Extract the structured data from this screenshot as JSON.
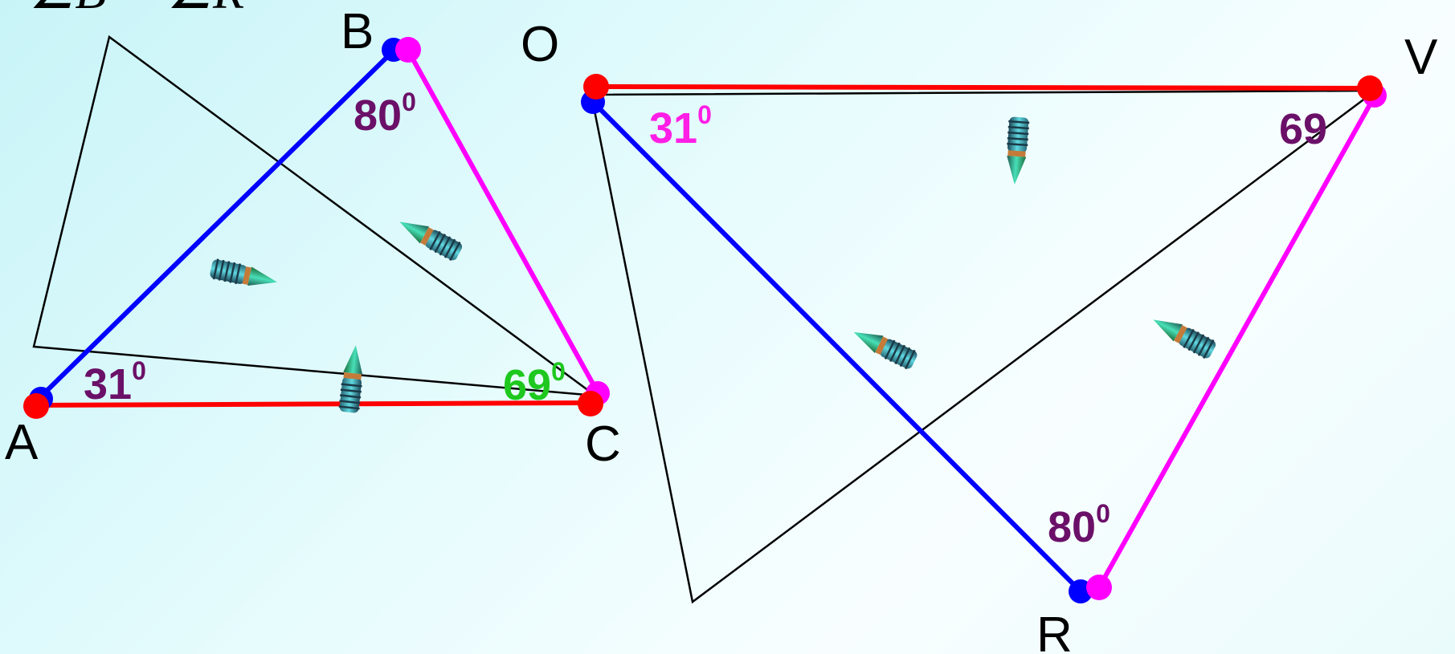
{
  "formula": "∠B = ∠R",
  "points": {
    "A": "A",
    "B": "B",
    "C": "C",
    "O": "O",
    "V": "V",
    "R": "R"
  },
  "angles": {
    "left_A": {
      "value": "31",
      "sup": "0",
      "color": "#6b1068"
    },
    "left_B": {
      "value": "80",
      "sup": "0",
      "color": "#6b1068"
    },
    "left_C": {
      "value": "69",
      "sup": "0",
      "color": "#1ec81e"
    },
    "right_O": {
      "value": "31",
      "sup": "0",
      "color": "#ff1ee6"
    },
    "right_V": {
      "value": "69",
      "sup": "",
      "color": "#6b1068"
    },
    "right_R": {
      "value": "80",
      "sup": "0",
      "color": "#6b1068"
    }
  },
  "colors": {
    "side_red": "#ff0000",
    "side_blue": "#0000ff",
    "side_magenta": "#ff00ff",
    "black_outline": "#000000"
  },
  "icons": [
    "screw-icon"
  ]
}
